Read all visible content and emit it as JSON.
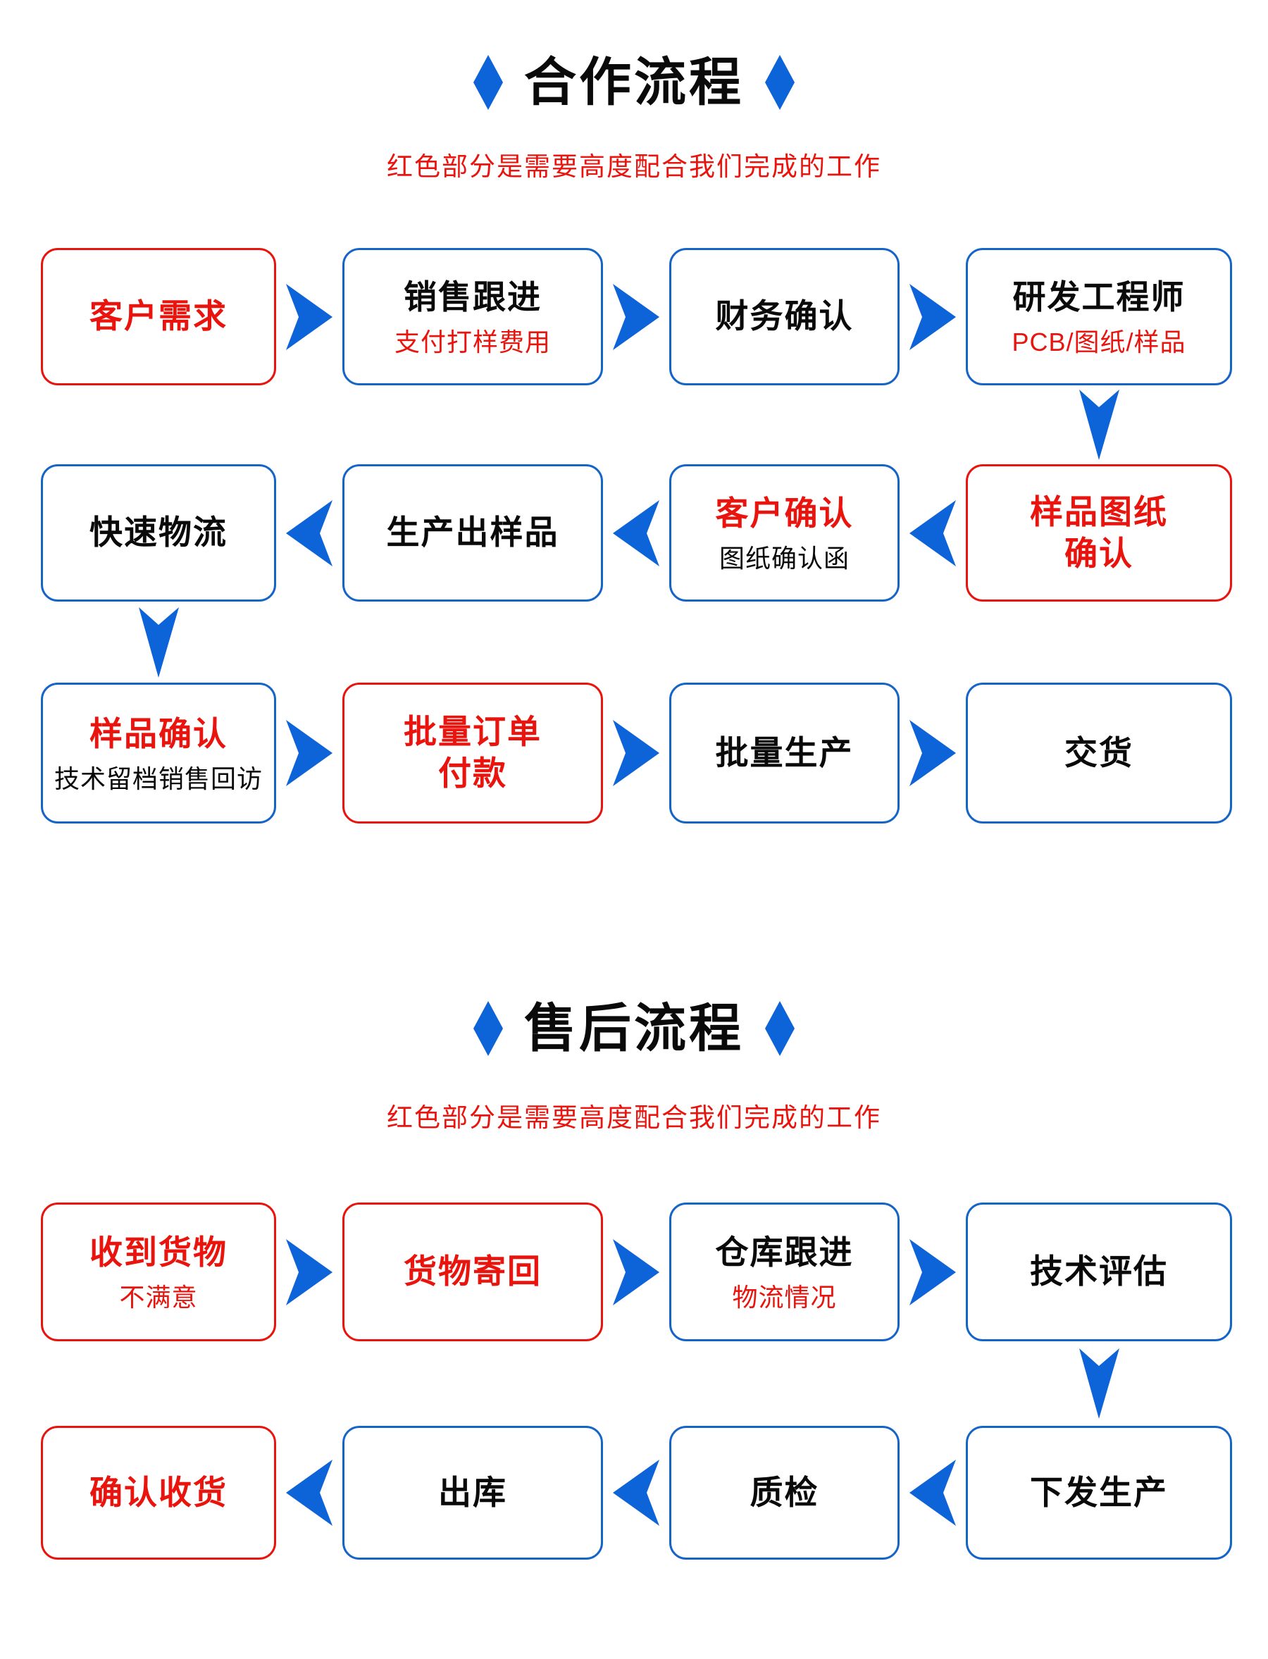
{
  "colors": {
    "arrow_blue": "#0d63d8",
    "box_border_blue": "#1565c8",
    "red": "#e8140d",
    "text_black": "#0a0a0a"
  },
  "icons": {
    "diamond": "diamond-bullet",
    "arrow_right": "chevron-right-arrow",
    "arrow_left": "chevron-left-arrow",
    "arrow_down": "chevron-down-arrow"
  },
  "sections": [
    {
      "title": "合作流程",
      "subtitle": "红色部分是需要高度配合我们完成的工作",
      "rows": [
        {
          "direction": "right",
          "boxes": [
            {
              "title": "客户需求"
            },
            {
              "title": "销售跟进",
              "subtitle": "支付打样费用"
            },
            {
              "title": "财务确认"
            },
            {
              "title": "研发工程师",
              "subtitle": "PCB/图纸/样品"
            }
          ]
        },
        {
          "direction": "left",
          "boxes": [
            {
              "title": "快速物流"
            },
            {
              "title": "生产出样品"
            },
            {
              "title": "客户确认",
              "subtitle": "图纸确认函"
            },
            {
              "title": "样品图纸\n确认"
            }
          ]
        },
        {
          "direction": "right",
          "boxes": [
            {
              "title": "样品确认",
              "subtitle": "技术留档销售回访"
            },
            {
              "title": "批量订单\n付款"
            },
            {
              "title": "批量生产"
            },
            {
              "title": "交货"
            }
          ]
        }
      ]
    },
    {
      "title": "售后流程",
      "subtitle": "红色部分是需要高度配合我们完成的工作",
      "rows": [
        {
          "direction": "right",
          "boxes": [
            {
              "title": "收到货物",
              "subtitle": "不满意"
            },
            {
              "title": "货物寄回"
            },
            {
              "title": "仓库跟进",
              "subtitle": "物流情况"
            },
            {
              "title": "技术评估"
            }
          ]
        },
        {
          "direction": "left",
          "boxes": [
            {
              "title": "确认收货"
            },
            {
              "title": "出库"
            },
            {
              "title": "质检"
            },
            {
              "title": "下发生产"
            }
          ]
        }
      ]
    }
  ]
}
